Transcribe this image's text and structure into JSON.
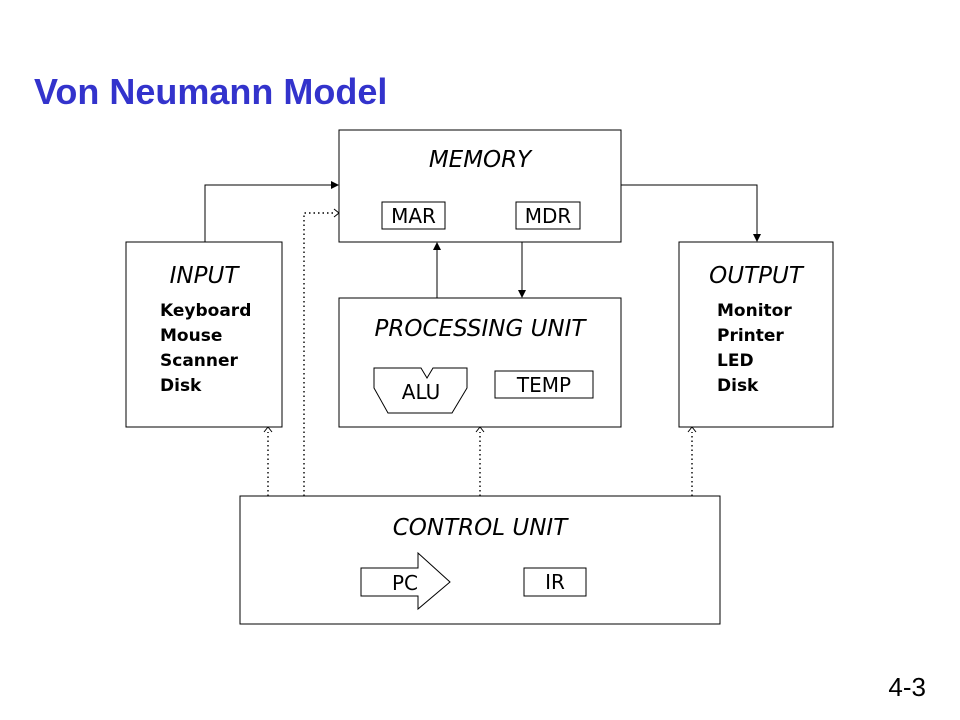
{
  "slide": {
    "title": "Von Neumann Model",
    "page_number": "4-3"
  },
  "memory": {
    "label": "MEMORY",
    "registers": [
      "MAR",
      "MDR"
    ]
  },
  "input": {
    "label": "INPUT",
    "devices": [
      "Keyboard",
      "Mouse",
      "Scanner",
      "Disk"
    ]
  },
  "output": {
    "label": "OUTPUT",
    "devices": [
      "Monitor",
      "Printer",
      "LED",
      "Disk"
    ]
  },
  "processing_unit": {
    "label": "PROCESSING UNIT",
    "alu_label": "ALU",
    "temp_label": "TEMP"
  },
  "control_unit": {
    "label": "CONTROL UNIT",
    "pc_label": "PC",
    "ir_label": "IR"
  },
  "colors": {
    "title": "#3333cc",
    "diagram_stroke": "#000000"
  }
}
